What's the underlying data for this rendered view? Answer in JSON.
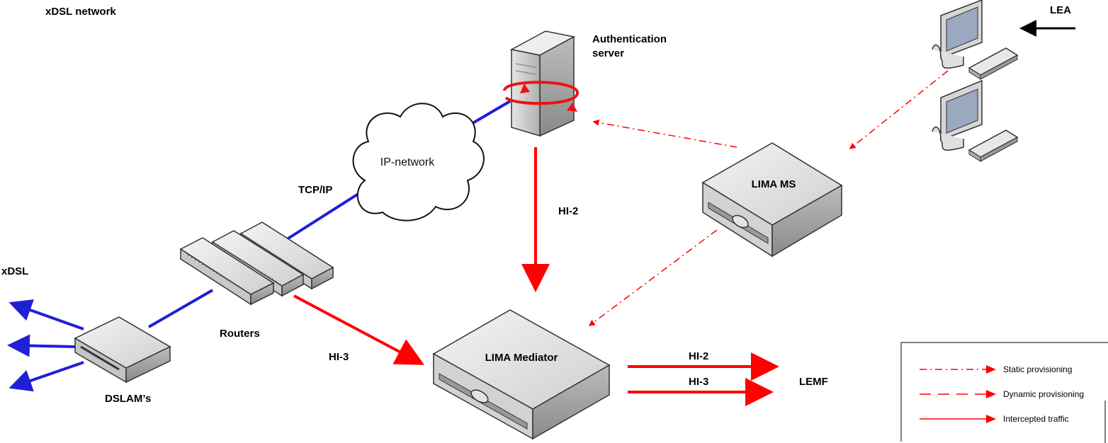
{
  "title": "xDSL network",
  "labels": {
    "auth_server": [
      "Authentication",
      "server"
    ],
    "lea": "LEA",
    "ip_network": "IP-network",
    "tcp_ip": "TCP/IP",
    "hi2_vertical": "HI-2",
    "lima_ms": "LIMA MS",
    "xdsl": "xDSL",
    "routers": "Routers",
    "hi3_left": "HI-3",
    "lima_mediator": "LIMA Mediator",
    "hi2_out": "HI-2",
    "hi3_out": "HI-3",
    "lemf": "LEMF",
    "dslams": "DSLAM’s"
  },
  "legend": {
    "items": [
      {
        "style": "dash-dot",
        "label": "Static provisioning"
      },
      {
        "style": "dashed",
        "label": "Dynamic  provisioning"
      },
      {
        "style": "solid",
        "label": "Intercepted traffic"
      }
    ]
  },
  "colors": {
    "link_blue": "#1f1fd6",
    "traffic_red": "#ff0000",
    "server_gray": "#d4d4d4",
    "stroke": "#333333"
  }
}
